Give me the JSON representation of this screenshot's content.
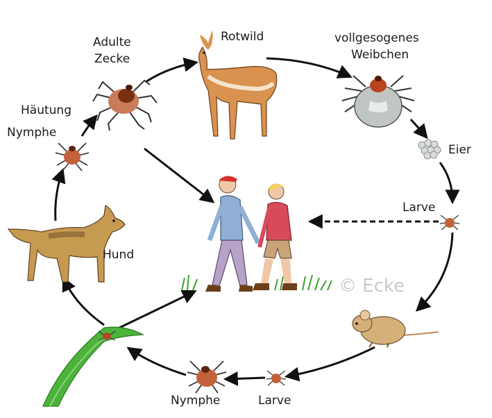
{
  "labels": {
    "adulte_line1": "Adulte",
    "adulte_line2": "Zecke",
    "rotwild": "Rotwild",
    "weibchen_line1": "vollgesogenes",
    "weibchen_line2": "Weibchen",
    "haeutung": "Häutung",
    "nymphe_top": "Nymphe",
    "eier": "Eier",
    "larve_right": "Larve",
    "hund": "Hund",
    "nymphe_bottom": "Nymphe",
    "larve_bottom": "Larve",
    "copyright": "© Ecke"
  },
  "icons": [
    "tick-icon",
    "deer-icon",
    "engorged-tick-icon",
    "eggs-icon",
    "mouse-icon",
    "dog-icon",
    "grass-blade-icon",
    "hikers-icon"
  ],
  "colors": {
    "tick_body": "#b8451f",
    "tick_legs": "#333333",
    "deer": "#d9924f",
    "dog": "#c79a52",
    "grass": "#4bb33a",
    "arrow": "#111111",
    "watermark": "#c9c9c9"
  }
}
